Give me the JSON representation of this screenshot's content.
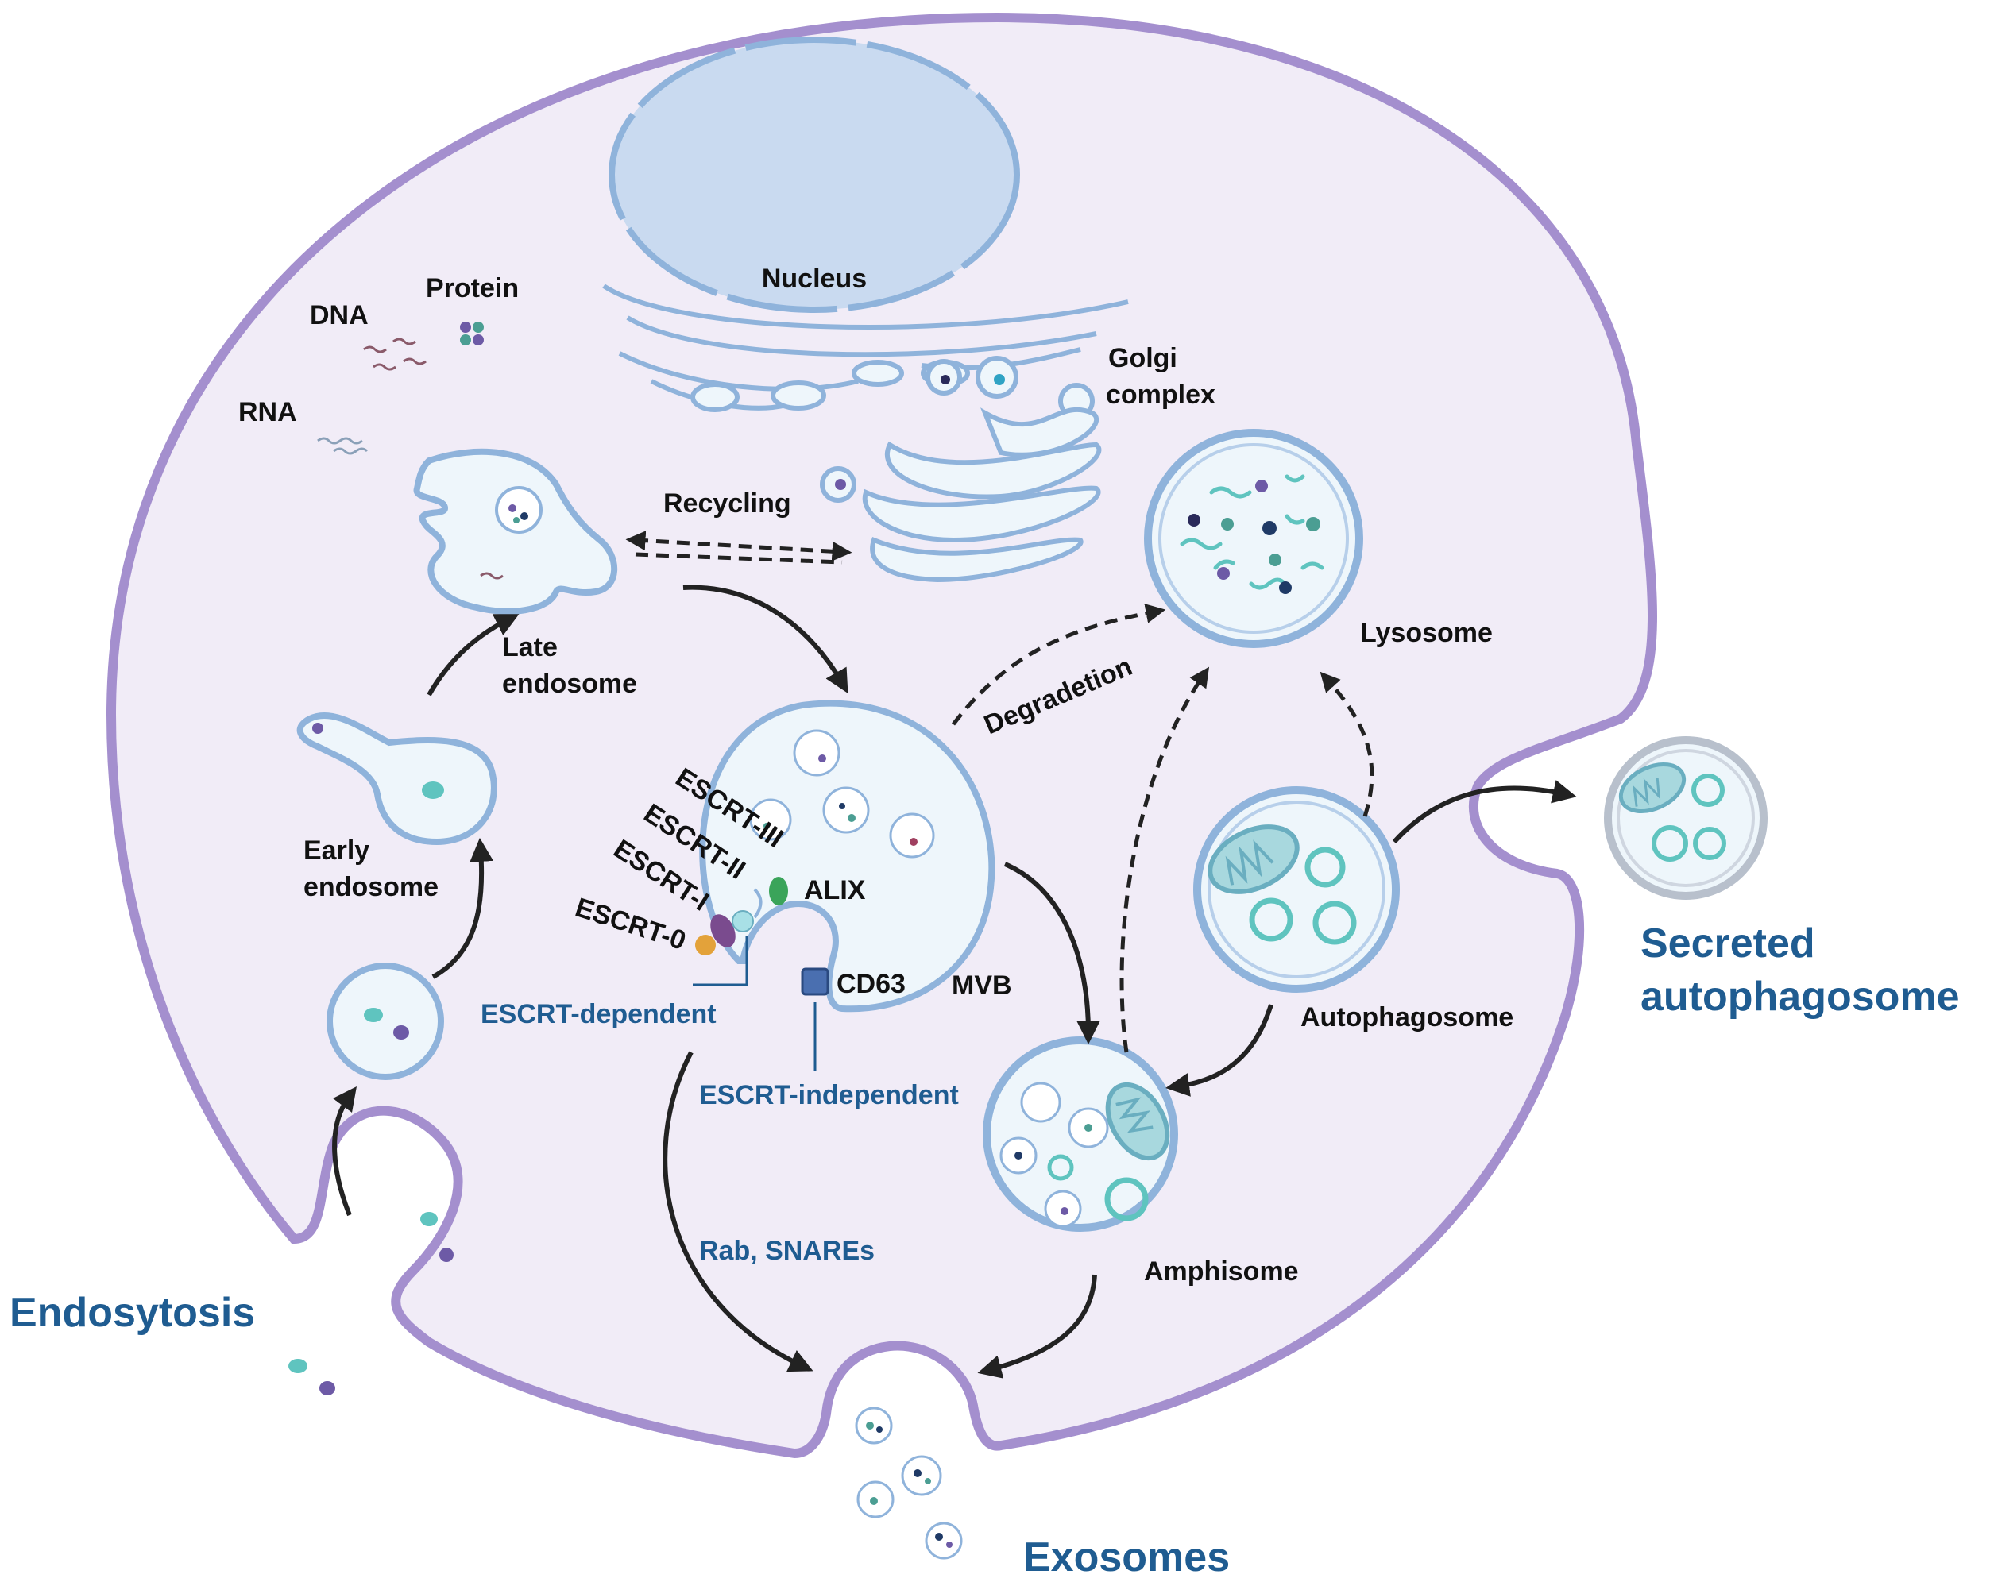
{
  "colors": {
    "cell_fill": "#f1ecf7",
    "cell_membrane": "#a48fce",
    "vesicle_fill": "#eef6fb",
    "vesicle_stroke": "#8fb3db",
    "nucleus_fill": "#c9daf0",
    "teal": "#5fc4bf",
    "purple": "#6d5aa6",
    "label_blue": "#1f5c91",
    "arrow": "#222222"
  },
  "labels": {
    "nucleus": "Nucleus",
    "protein": "Protein",
    "dna": "DNA",
    "rna": "RNA",
    "golgi_line1": "Golgi",
    "golgi_line2": "complex",
    "recycling": "Recycling",
    "lysosome": "Lysosome",
    "late_endosome_line1": "Late",
    "late_endosome_line2": "endosome",
    "degradation": "Degradetion",
    "early_endosome_line1": "Early",
    "early_endosome_line2": "endosome",
    "escrt_iii": "ESCRT-III",
    "escrt_ii": "ESCRT-II",
    "escrt_i": "ESCRT-I",
    "escrt_0": "ESCRT-0",
    "alix": "ALIX",
    "cd63": "CD63",
    "mvb": "MVB",
    "escrt_dependent": "ESCRT-dependent",
    "escrt_independent": "ESCRT-independent",
    "autophagosome": "Autophagosome",
    "secreted_line1": "Secreted",
    "secreted_line2": "autophagosome",
    "rab_snares": "Rab, SNAREs",
    "amphisome": "Amphisome",
    "endocytosis": "Endosytosis",
    "exosomes": "Exosomes"
  }
}
